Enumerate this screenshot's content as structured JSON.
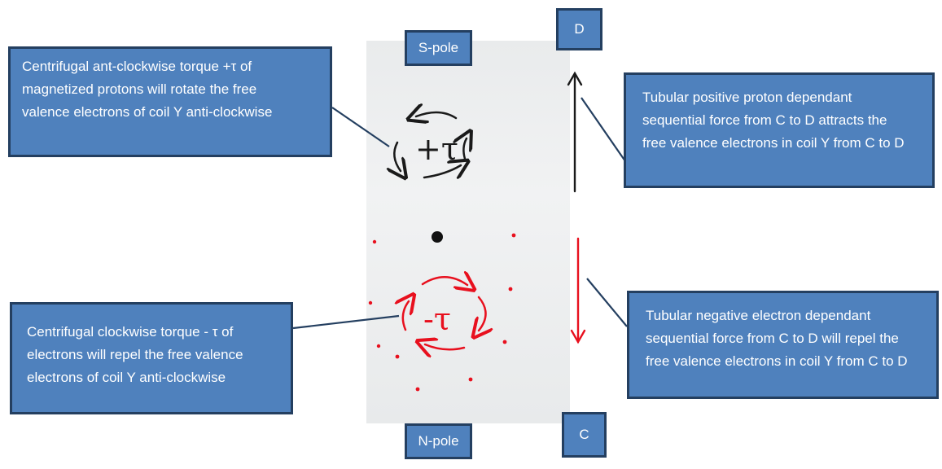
{
  "poles": {
    "south": "S-pole",
    "north": "N-pole"
  },
  "points": {
    "top": "D",
    "bottom": "C"
  },
  "torque_marks": {
    "upper": "+τ",
    "lower": "-τ"
  },
  "notes": {
    "s_pole_torque": "Centrifugal ant-clockwise torque +τ of\nmagnetized protons will rotate the free\nvalence electrons  of coil  Y  anti-clockwise",
    "n_pole_torque": "Centrifugal clockwise torque - τ of\nelectrons will repel the free valence\nelectrons of coil Y anti-clockwise",
    "proton_force": "Tubular positive proton dependant\nsequential force from C to D  attracts the\nfree valence electrons in coil Y from C to D",
    "electron_force": "Tubular negative electron dependant\nsequential force from C to D will repel the\nfree valence electrons in coil Y from C to D"
  },
  "colors": {
    "box_fill": "#4f81bd",
    "box_border": "#243f60",
    "proton_ink": "#1a1a1a",
    "electron_ink": "#e8101e"
  }
}
